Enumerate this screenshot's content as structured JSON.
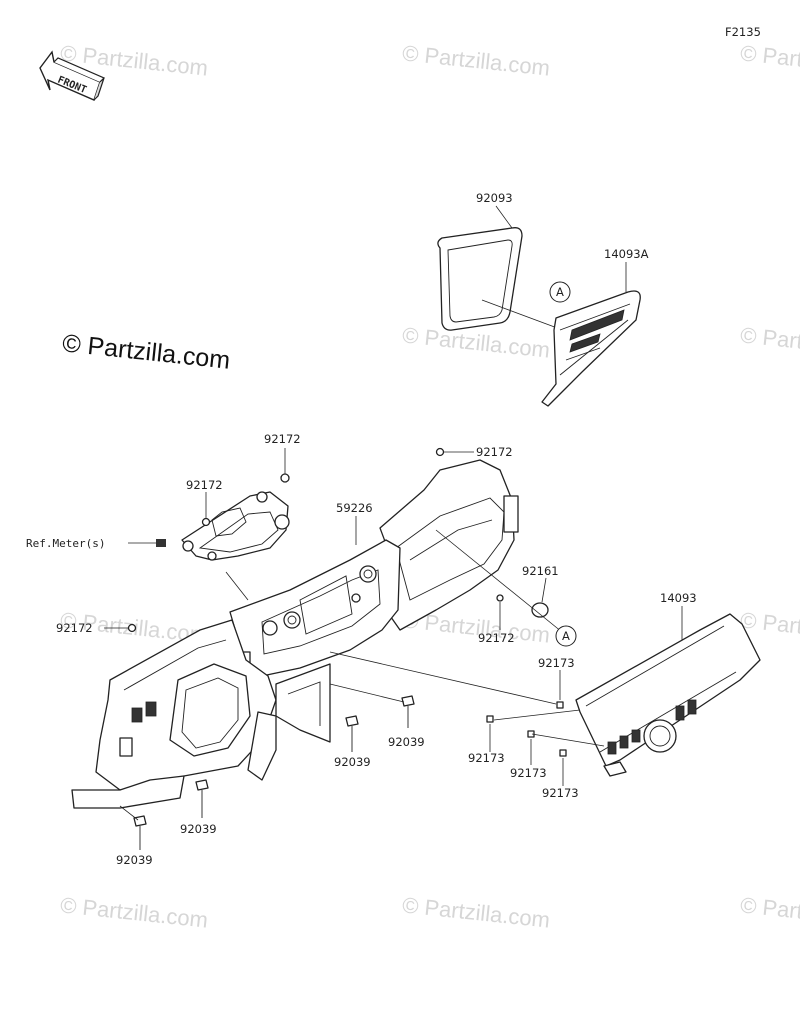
{
  "diagram_code": "F2135",
  "front_label": "FRONT",
  "watermark_main": "© Partzilla.com",
  "watermark_faint": "© Partzilla.com",
  "parts": {
    "p92093": "92093",
    "p14093A": "14093A",
    "p92172_a": "92172",
    "p92172_b": "92172",
    "p92172_c": "92172",
    "p92172_d": "92172",
    "p92172_e": "92172",
    "p59226": "59226",
    "p92161": "92161",
    "p14093": "14093",
    "p92173_a": "92173",
    "p92173_b": "92173",
    "p92173_c": "92173",
    "p92173_d": "92173",
    "p92039_a": "92039",
    "p92039_b": "92039",
    "p92039_c": "92039",
    "p92039_d": "92039",
    "ref_meters": "Ref.Meter(s)",
    "callout_a1": "A",
    "callout_a2": "A"
  }
}
